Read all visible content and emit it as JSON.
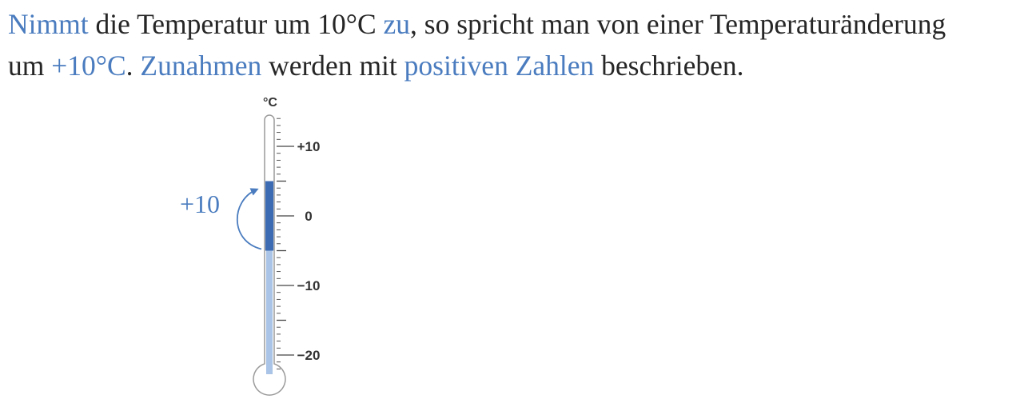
{
  "text": {
    "line1": {
      "w1": "Nimmt",
      "w2": " die Temperatur um 10°C ",
      "w3": "zu",
      "w4": ", so spricht man von einer Temperaturänderung"
    },
    "line2": {
      "w1": "um ",
      "w2": "+10°C",
      "w3": ". ",
      "w4": "Zunahmen",
      "w5": " werden mit ",
      "w6": "positiven Zahlen",
      "w7": " beschrieben."
    }
  },
  "thermometer": {
    "unit": "°C",
    "scale_min": -25,
    "scale_max": 15,
    "tick_labels": [
      {
        "value": 10,
        "label": "+10"
      },
      {
        "value": 0,
        "label": "0"
      },
      {
        "value": -10,
        "label": "−10"
      },
      {
        "value": -20,
        "label": "−20"
      }
    ],
    "change": {
      "from": -5,
      "to": 5,
      "label": "+10"
    }
  },
  "colors": {
    "text": "#262626",
    "highlight": "#4a7cbf",
    "change_bar": "#3d6bb3",
    "liquid_light": "#a9c4e6",
    "tube_outline": "#9a9a9a",
    "ticks": "#444444"
  }
}
